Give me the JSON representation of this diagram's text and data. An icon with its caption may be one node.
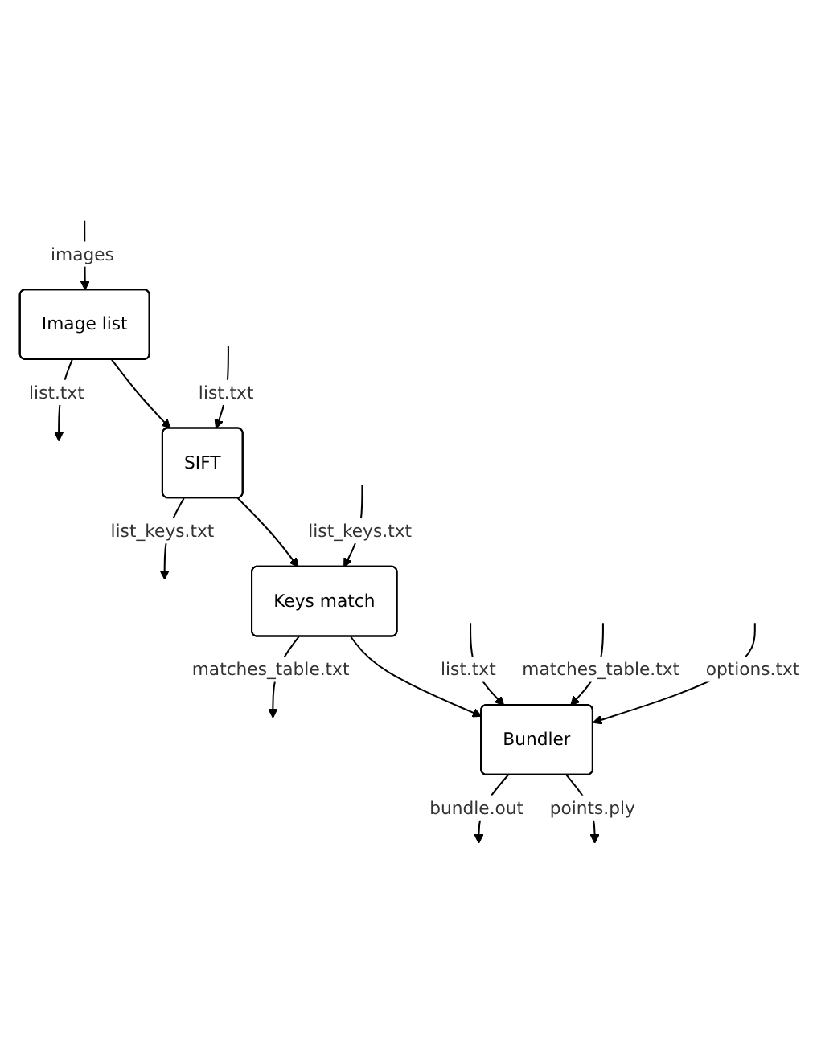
{
  "diagram": {
    "nodes": [
      {
        "text": [
          "Image list"
        ]
      },
      {
        "text": [
          "SIFT"
        ]
      },
      {
        "text": [
          "Keys match"
        ]
      },
      {
        "text": [
          "Bundler"
        ]
      }
    ],
    "edges": [
      {
        "from": null,
        "to": 0,
        "arrow": "to",
        "label": "images"
      },
      {
        "from": 0,
        "to": null,
        "arrow": "to",
        "label": "list.txt"
      },
      {
        "from": 0,
        "to": 1,
        "arrow": "to"
      },
      {
        "from": null,
        "to": 1,
        "arrow": "to",
        "label": "list.txt"
      },
      {
        "from": 1,
        "to": null,
        "arrow": "to",
        "label": "list_keys.txt"
      },
      {
        "from": 1,
        "to": 2,
        "arrow": "to"
      },
      {
        "from": null,
        "to": 2,
        "arrow": "to",
        "label": "list_keys.txt"
      },
      {
        "from": 2,
        "to": null,
        "arrow": "to",
        "label": "matches_table.txt"
      },
      {
        "from": 2,
        "to": 3,
        "arrow": "to"
      },
      {
        "from": null,
        "to": 3,
        "arrow": "to",
        "label": "list.txt"
      },
      {
        "from": null,
        "to": 3,
        "arrow": "to",
        "label": "matches_table.txt"
      },
      {
        "from": null,
        "to": 3,
        "arrow": "to",
        "label": "options.txt"
      },
      {
        "from": 3,
        "to": null,
        "arrow": "to",
        "label": "bundle.out"
      },
      {
        "from": 3,
        "to": null,
        "arrow": "to",
        "label": "points.ply"
      }
    ]
  }
}
